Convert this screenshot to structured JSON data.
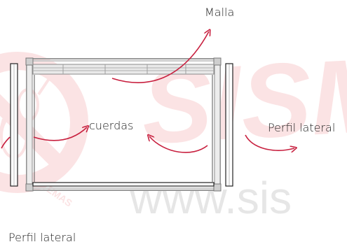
{
  "watermark": {
    "text_big": "SISM",
    "text_url": "www.sis",
    "logo_text": "SISTEMAS",
    "color": "#e2262a"
  },
  "labels": {
    "top": "Malla",
    "center": "cuerdas",
    "right": "Perfil lateral",
    "bottom": "Perfil lateral"
  },
  "colors": {
    "arrow": "#c8203f",
    "frame": "#8a8a8a",
    "text": "#222222"
  }
}
